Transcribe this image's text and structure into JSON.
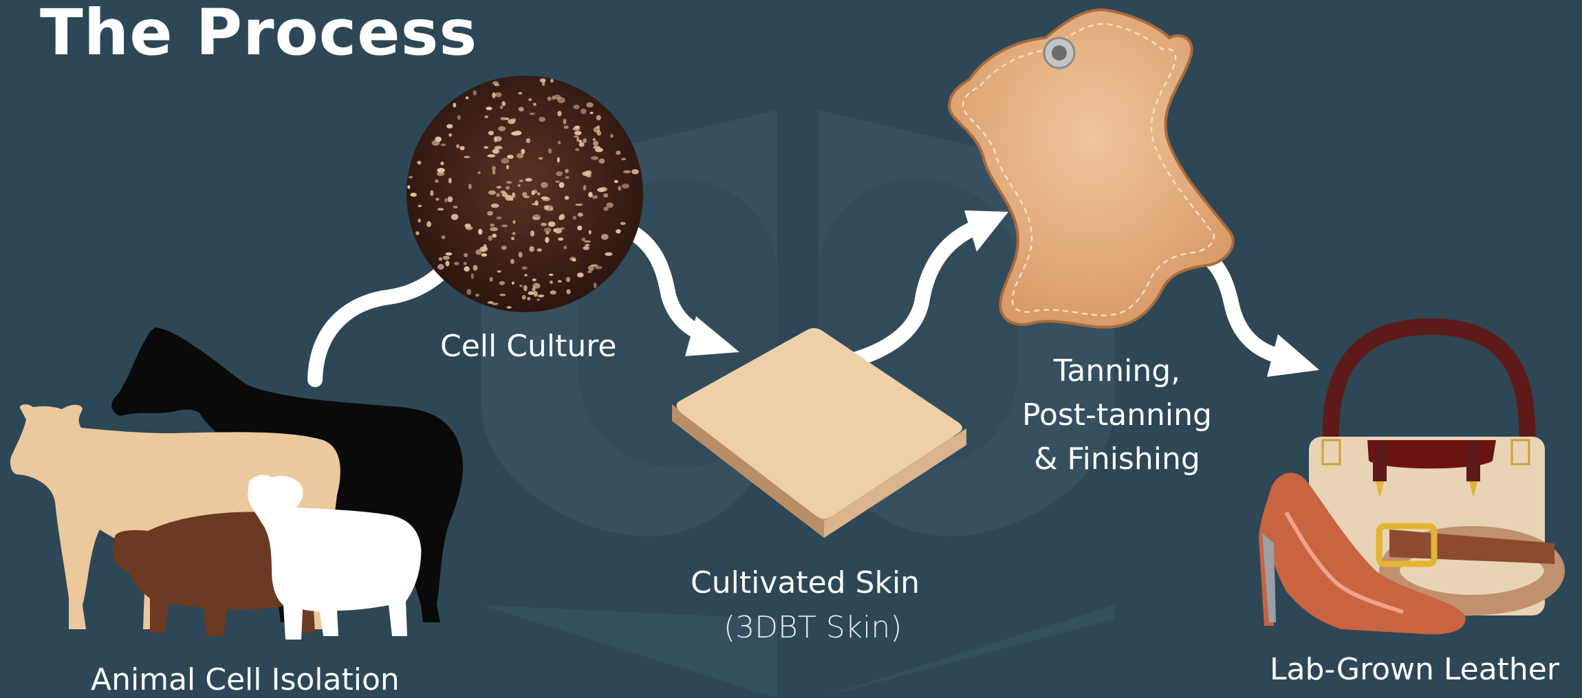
{
  "title": "The Process",
  "labels": {
    "animal_cell_isolation": "Animal Cell Isolation",
    "cell_culture": "Cell Culture",
    "cultivated_skin": "Cultivated Skin",
    "cultivated_skin_sub": "(3DBT Skin)",
    "tanning_line1": "Tanning,",
    "tanning_line2": "Post-tanning",
    "tanning_line3": "& Finishing",
    "lab_grown_leather": "Lab-Grown Leather"
  },
  "colors": {
    "background": "#2d4756",
    "logo_watermark": "#3a5462",
    "arrow": "#ffffff",
    "cell_dish_dark": "#3b2017",
    "cell_dots": "#e8c3a0",
    "skin_top": "#edcfa8",
    "skin_side": "#c9a07a",
    "leather_hide": "#e7b284",
    "cow": "#ecc89d",
    "horse": "#0a0a0a",
    "pig": "#6a3a22",
    "sheep": "#ffffff",
    "bag_handle": "#5e1a18",
    "bag_body": "#e9d3b5",
    "shoe": "#c8643f",
    "belt": "#c1906e",
    "buckle": "#e2b532"
  }
}
